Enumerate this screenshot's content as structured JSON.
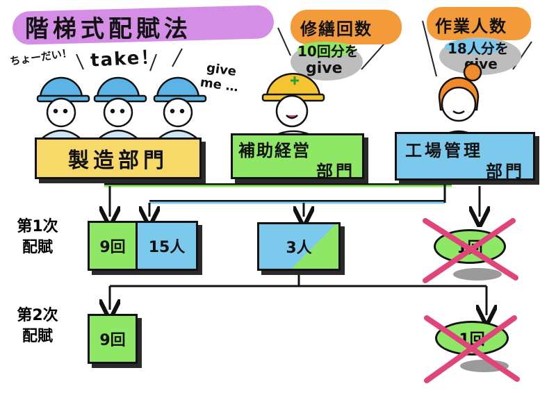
{
  "title": "階梯式配賦法",
  "speech": {
    "chodai": "ちょーだい！",
    "take": "take！",
    "give_me": "give me …"
  },
  "callouts": {
    "repair": {
      "title": "修繕回数",
      "line1": "10回分を",
      "line2": "give"
    },
    "workers": {
      "title": "作業人数",
      "line1": "18人分を",
      "line2": "give"
    }
  },
  "departments": {
    "manufacturing": "製造部門",
    "aux_line1": "補助経営",
    "aux_line2": "部門",
    "factory_line1": "工場管理",
    "factory_line2": "部門"
  },
  "stage1": {
    "label_line1": "第1次",
    "label_line2": "配賦",
    "mfg_repair": "9回",
    "mfg_workers": "15人",
    "aux_workers": "3人",
    "factory_repair": "1回"
  },
  "stage2": {
    "label_line1": "第2次",
    "label_line2": "配賦",
    "mfg_repair": "9回",
    "factory_repair": "1回"
  },
  "colors": {
    "title_band": "#d58ee6",
    "callout_orange": "#f39a3b",
    "callout_gray": "#bdbdbd",
    "yellow": "#f7d96a",
    "green": "#8ee866",
    "blue": "#7cc9ee",
    "cross": "#e0457a",
    "helmet_blue": "#5bb4e5",
    "helmet_yellow": "#f4c531",
    "hair_orange": "#f08a2a",
    "purple": "#b25ecf"
  }
}
